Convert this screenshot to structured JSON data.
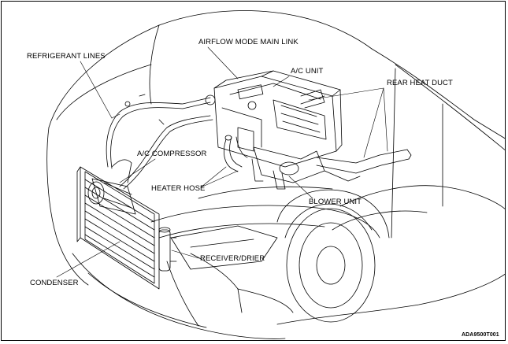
{
  "labels": {
    "refrigerant_lines": "REFRIGERANT LINES",
    "airflow_mode_main_link": "AIRFLOW MODE MAIN LINK",
    "ac_unit": "A/C UNIT",
    "rear_heat_duct": "REAR HEAT DUCT",
    "ac_compressor": "A/C COMPRESSOR",
    "heater_hose": "HEATER HOSE",
    "blower_unit": "BLOWER UNIT",
    "receiver_drier": "RECEIVER/DRIER",
    "condenser": "CONDENSER"
  },
  "figure_code": "ADA9500T001",
  "colors": {
    "line": "#000000",
    "background": "#ffffff"
  }
}
